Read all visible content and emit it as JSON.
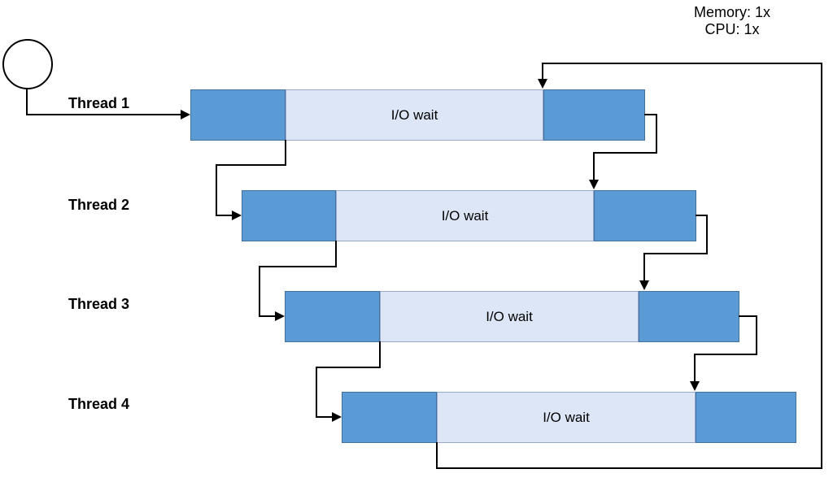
{
  "annotation": {
    "memory": "Memory: 1x",
    "cpu": "CPU: 1x"
  },
  "threads": [
    {
      "label": "Thread 1",
      "io_wait_label": "I/O wait"
    },
    {
      "label": "Thread 2",
      "io_wait_label": "I/O wait"
    },
    {
      "label": "Thread 3",
      "io_wait_label": "I/O wait"
    },
    {
      "label": "Thread 4",
      "io_wait_label": "I/O wait"
    }
  ],
  "colors": {
    "cpu-fill": "#5B9BD5",
    "cpu-border": "#41719C",
    "io-fill": "#DDE6F7",
    "io-border": "#98A8CF",
    "line-color": "#000000",
    "text-color": "#000000"
  }
}
